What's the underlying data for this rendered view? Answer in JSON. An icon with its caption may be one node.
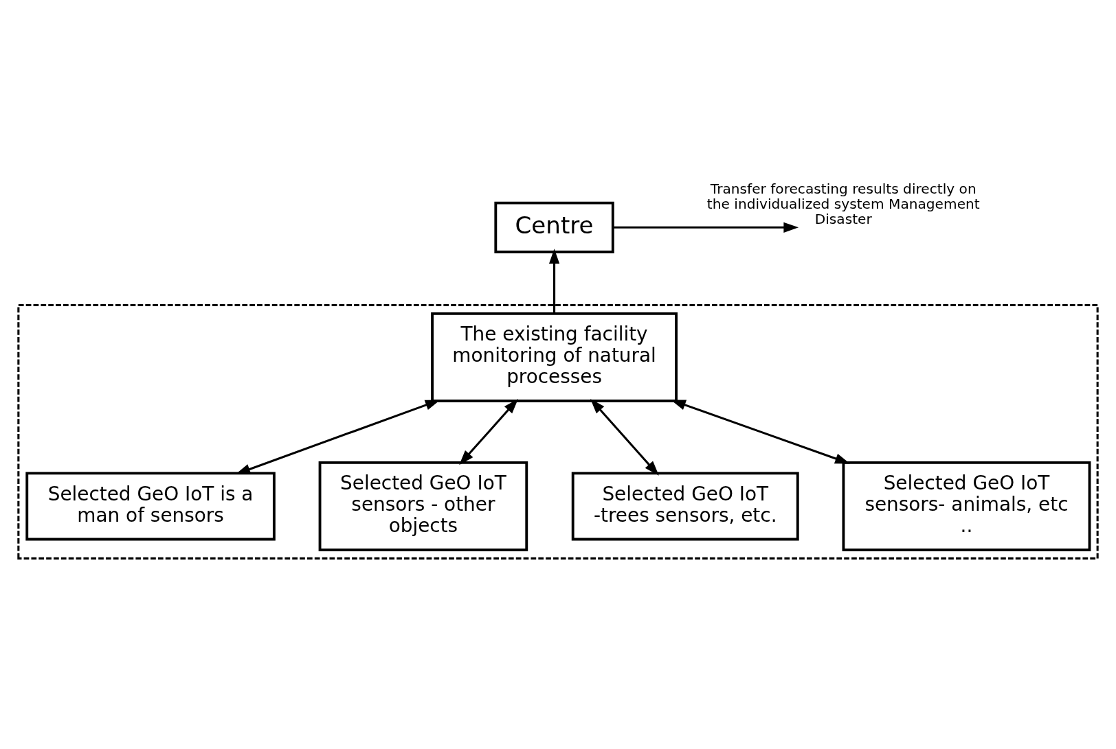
{
  "diagram": {
    "nodes": [
      {
        "text": [
          "Centre"
        ]
      },
      {
        "text": [],
        "shape": "box"
      },
      {
        "text": [
          "The existing facility monitoring of natural processes"
        ],
        "in": 1
      },
      {
        "text": [
          "Selected GeO IoT is a man of sensors"
        ],
        "in": 1
      },
      {
        "text": [
          "Selected GeO IoT sensors - other objects"
        ],
        "in": 1
      },
      {
        "text": [
          "Selected GeO IoT -trees sensors, etc."
        ],
        "in": 1
      },
      {
        "text": [
          "Selected GeO IoT sensors- animals, etc .."
        ],
        "in": 1
      }
    ],
    "edges": [
      {
        "from": 2,
        "to": 0,
        "arrow": "to"
      },
      {
        "from": 0,
        "to": null,
        "arrow": "to",
        "label": "Transfer forecasting results directly on the individualized system Management Disaster"
      },
      {
        "from": 2,
        "to": 3,
        "arrow": "both"
      },
      {
        "from": 2,
        "to": 4,
        "arrow": "both"
      },
      {
        "from": 2,
        "to": 5,
        "arrow": "both"
      },
      {
        "from": 2,
        "to": 6,
        "arrow": "both"
      }
    ]
  }
}
